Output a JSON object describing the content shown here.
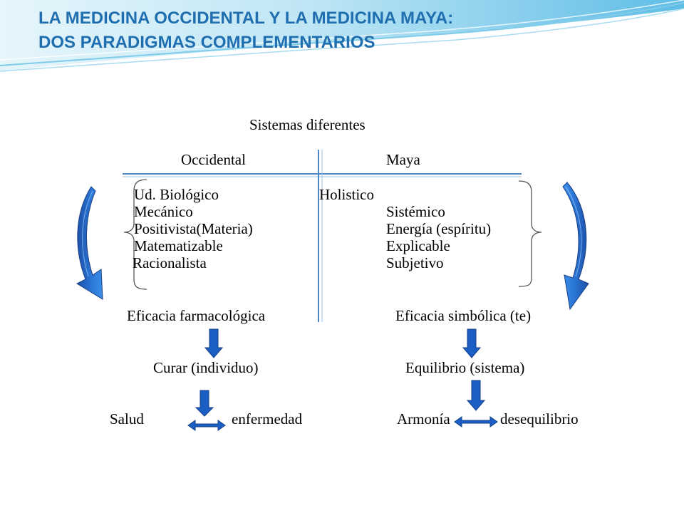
{
  "slide": {
    "title_line1": "LA MEDICINA OCCIDENTAL Y LA MEDICINA MAYA:",
    "title_line2": "DOS PARADIGMAS COMPLEMENTARIOS",
    "subtitle": "Sistemas diferentes",
    "columns": {
      "left": "Occidental",
      "right": "Maya"
    },
    "left_items": [
      "Ud. Biológico",
      "Mecánico",
      "Positivista(Materia)",
      "Matematizable",
      "Racionalista"
    ],
    "right_items": [
      "Holistico",
      "Sistémico",
      "Energía (espíritu)",
      "Explicable",
      "Subjetivo"
    ],
    "efficacy": {
      "left": "Eficacia farmacológica",
      "right": "Eficacia simbólica (te)"
    },
    "goals": {
      "left": "Curar (individuo)",
      "right": "Equilibrio (sistema)"
    },
    "poles": {
      "left_a": "Salud",
      "left_b": "enfermedad",
      "right_a": "Armonía",
      "right_b": "desequilibrio"
    }
  },
  "colors": {
    "title": "#1f6fb0",
    "accent_blue": "#1c5fc4",
    "line_blue": "#4a86c8"
  }
}
